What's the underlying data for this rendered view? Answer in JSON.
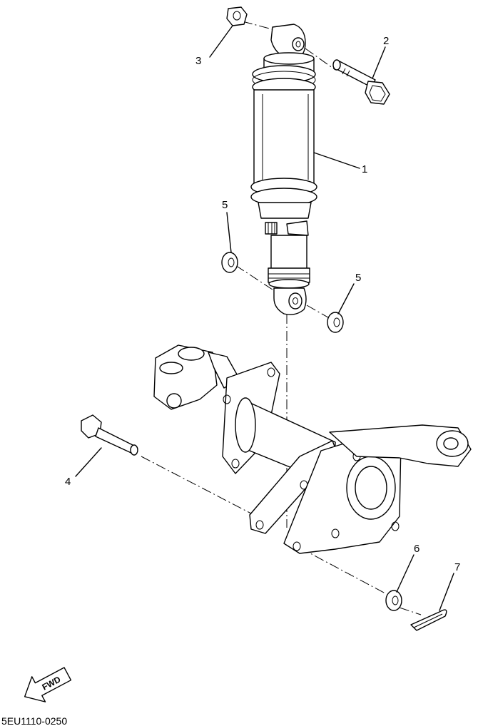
{
  "callouts": [
    {
      "id": "1",
      "text": "1"
    },
    {
      "id": "2",
      "text": "2"
    },
    {
      "id": "3",
      "text": "3"
    },
    {
      "id": "4",
      "text": "4"
    },
    {
      "id": "5a",
      "text": "5"
    },
    {
      "id": "5b",
      "text": "5"
    },
    {
      "id": "6",
      "text": "6"
    },
    {
      "id": "7",
      "text": "7"
    }
  ],
  "fwd_label": "FWD",
  "diagram_code": "5EU1110-0250",
  "colors": {
    "line": "#000000",
    "background": "#ffffff"
  }
}
